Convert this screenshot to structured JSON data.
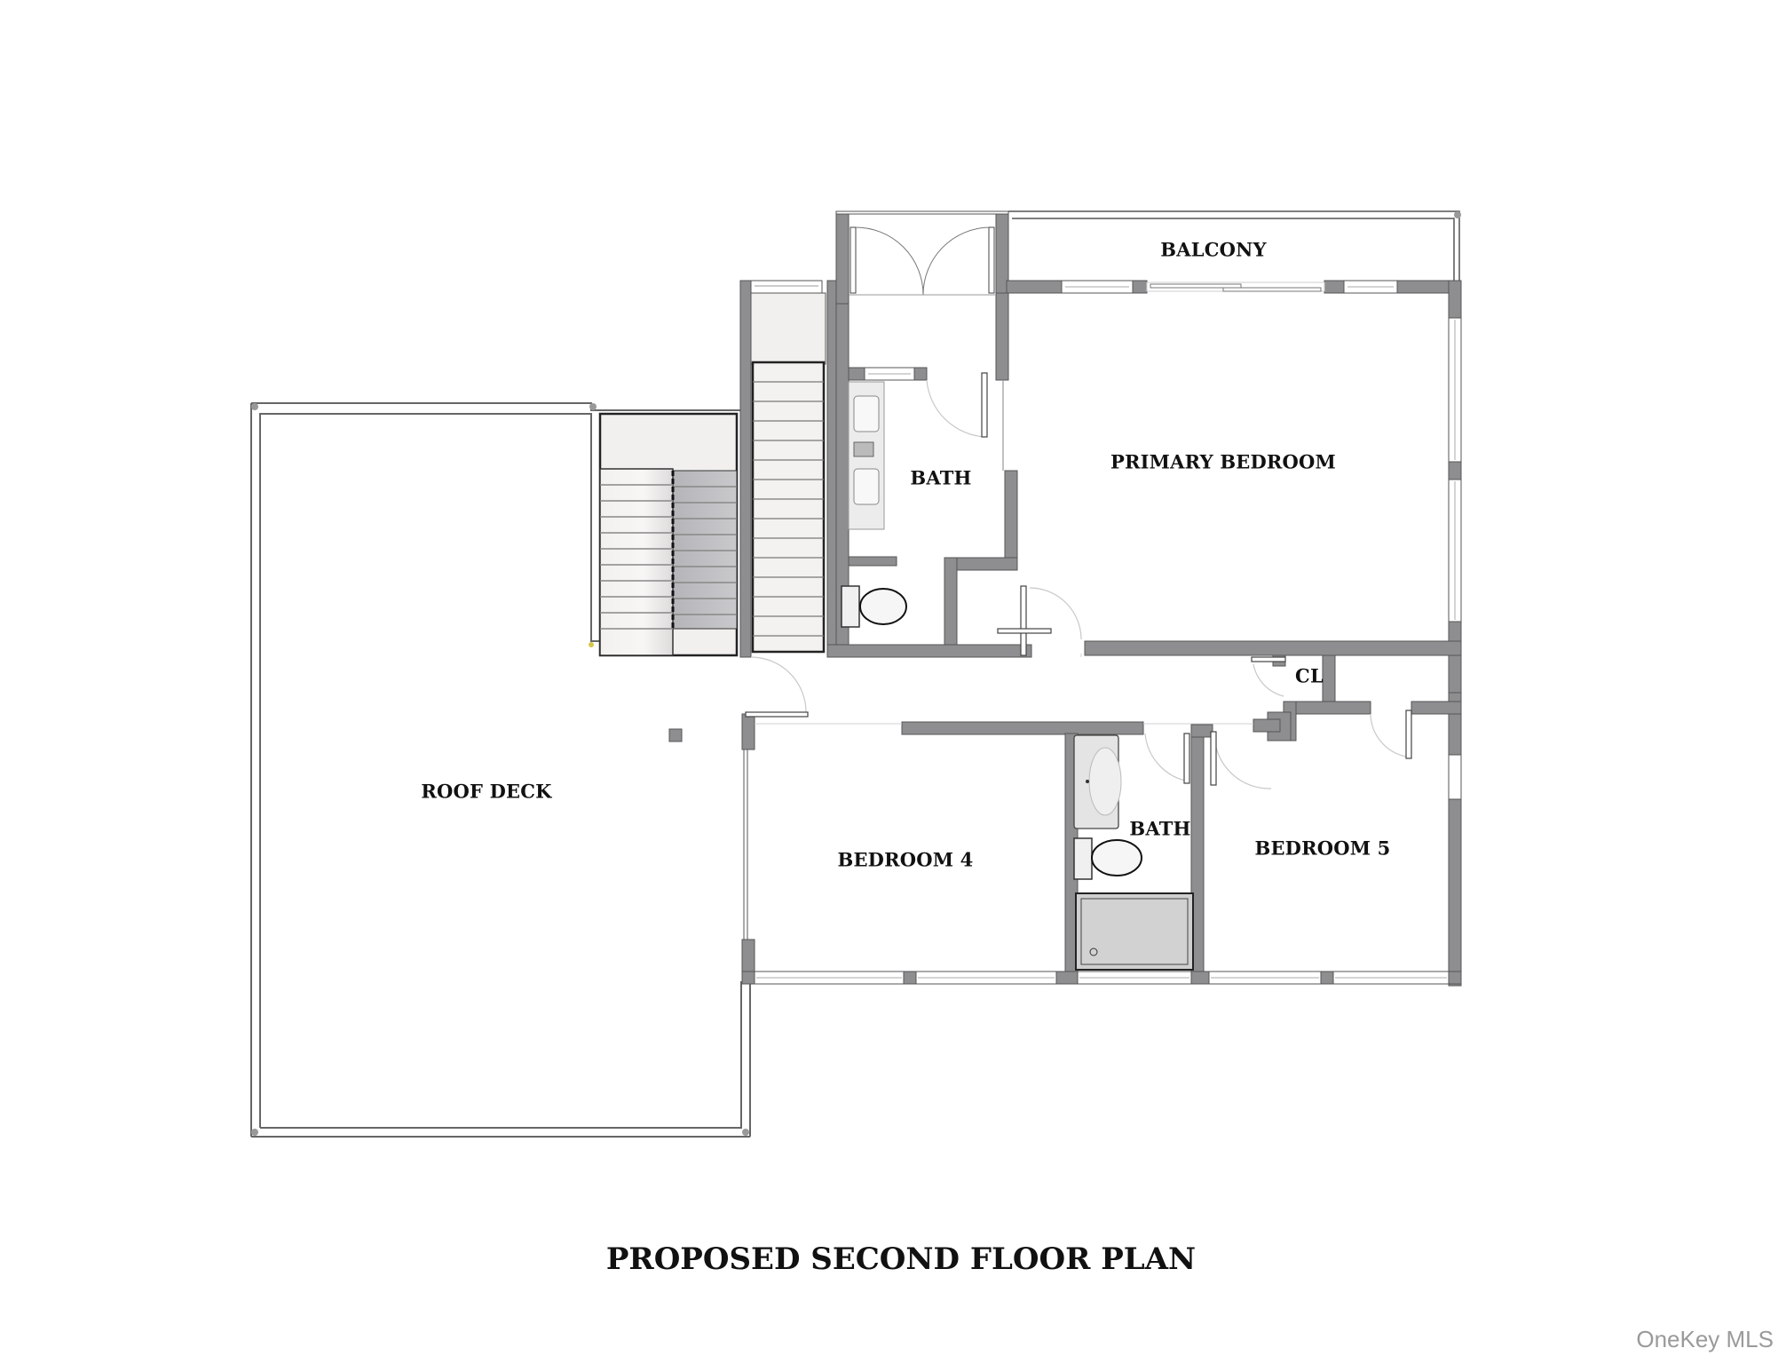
{
  "plan": {
    "title": "PROPOSED SECOND FLOOR PLAN",
    "watermark": "OneKey MLS",
    "colors": {
      "wall": "#8e8e91",
      "wall_outline": "#555555",
      "stair_fill": "#f0eeec",
      "stair_shadow": "#b9b9bd",
      "fixture_fill": "#e6e6e6",
      "shower_fill": "#cfcfcf",
      "text": "#111111",
      "background": "#ffffff"
    },
    "rooms": [
      {
        "id": "balcony",
        "label": "BALCONY"
      },
      {
        "id": "primary-bedroom",
        "label": "PRIMARY BEDROOM"
      },
      {
        "id": "primary-bath",
        "label": "BATH"
      },
      {
        "id": "closet",
        "label": "CL"
      },
      {
        "id": "roof-deck",
        "label": "ROOF DECK"
      },
      {
        "id": "bedroom-4",
        "label": "BEDROOM 4"
      },
      {
        "id": "hall-bath",
        "label": "BATH"
      },
      {
        "id": "bedroom-5",
        "label": "BEDROOM 5"
      }
    ]
  }
}
